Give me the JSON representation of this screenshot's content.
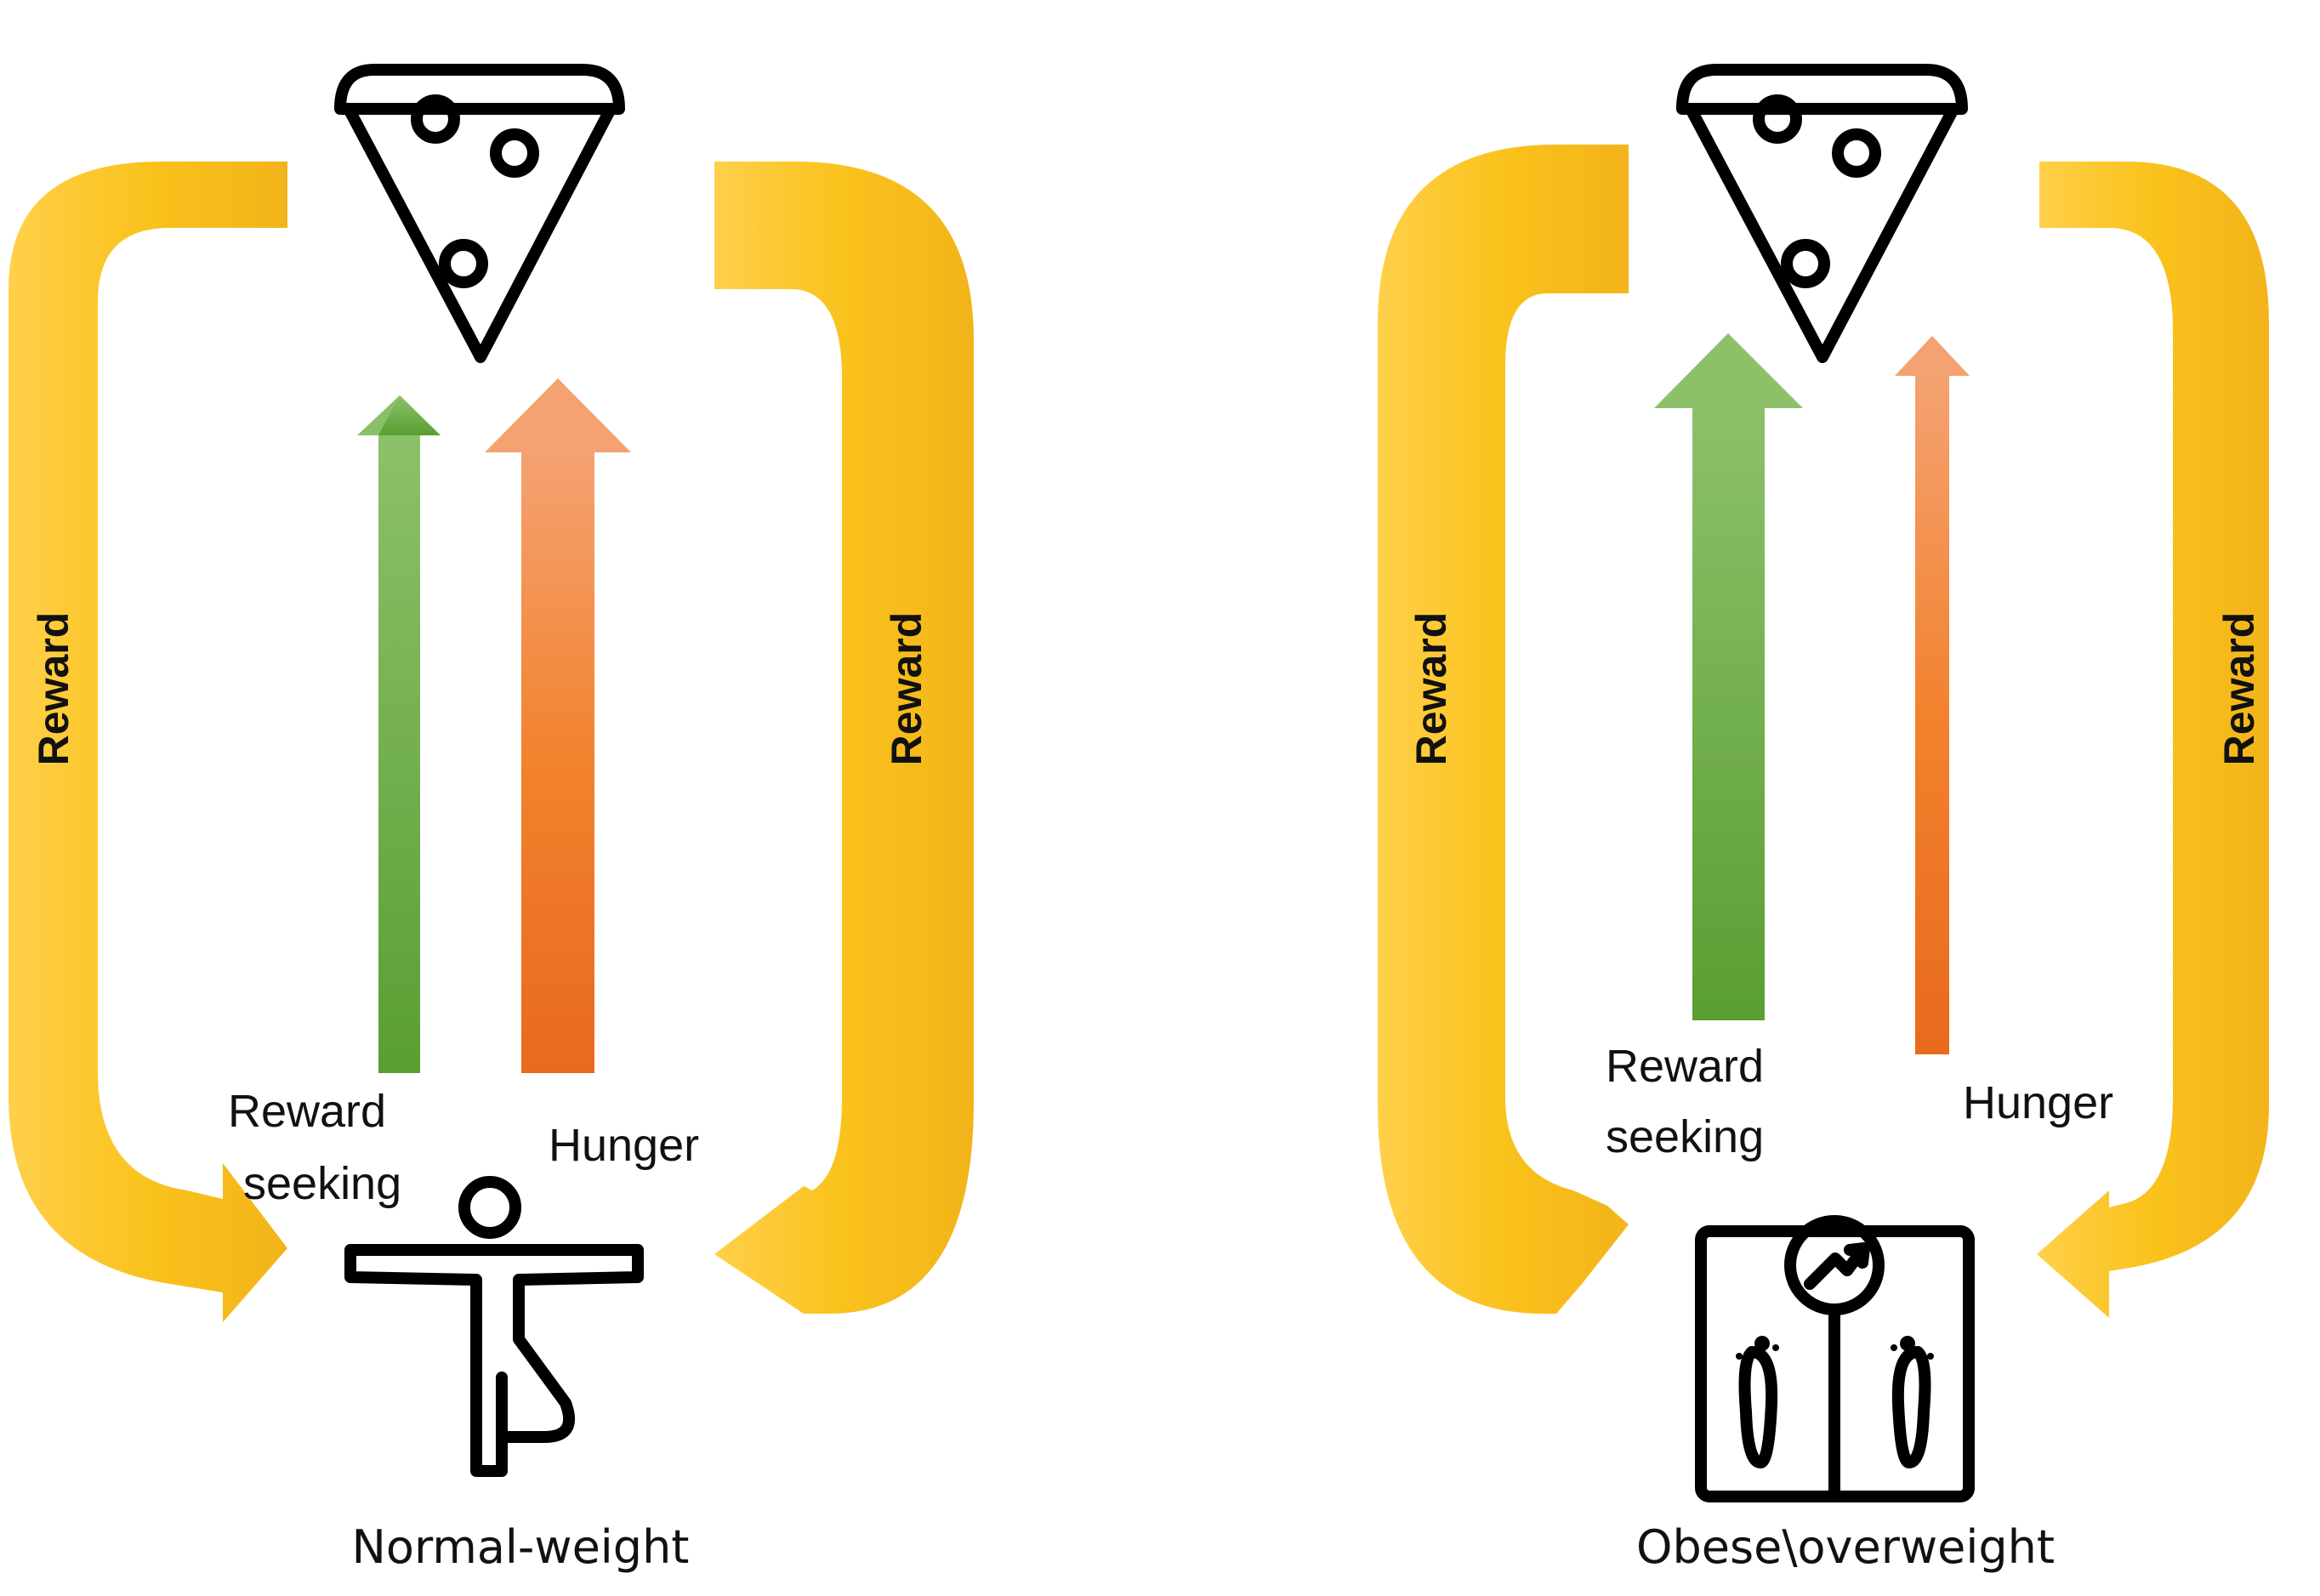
{
  "panels": [
    {
      "id": "left",
      "reward_left": "Reward",
      "reward_right": "Reward",
      "reward_seeking_line1": "Reward",
      "reward_seeking_line2": "seeking",
      "hunger": "Hunger",
      "caption": "Normal-weight",
      "icon": "person-yoga-icon"
    },
    {
      "id": "right",
      "reward_left": "Reward",
      "reward_right": "Reward",
      "reward_seeking_line1": "Reward",
      "reward_seeking_line2": "seeking",
      "hunger": "Hunger",
      "caption": "Obese\\overweight",
      "icon": "weight-scale-icon"
    }
  ],
  "top_icon": "pizza-slice-icon",
  "colors": {
    "reward_loop": "#F9C21A",
    "reward_seeking_arrow": "#6AAE45",
    "hunger_arrow": "#EE7A2E"
  }
}
